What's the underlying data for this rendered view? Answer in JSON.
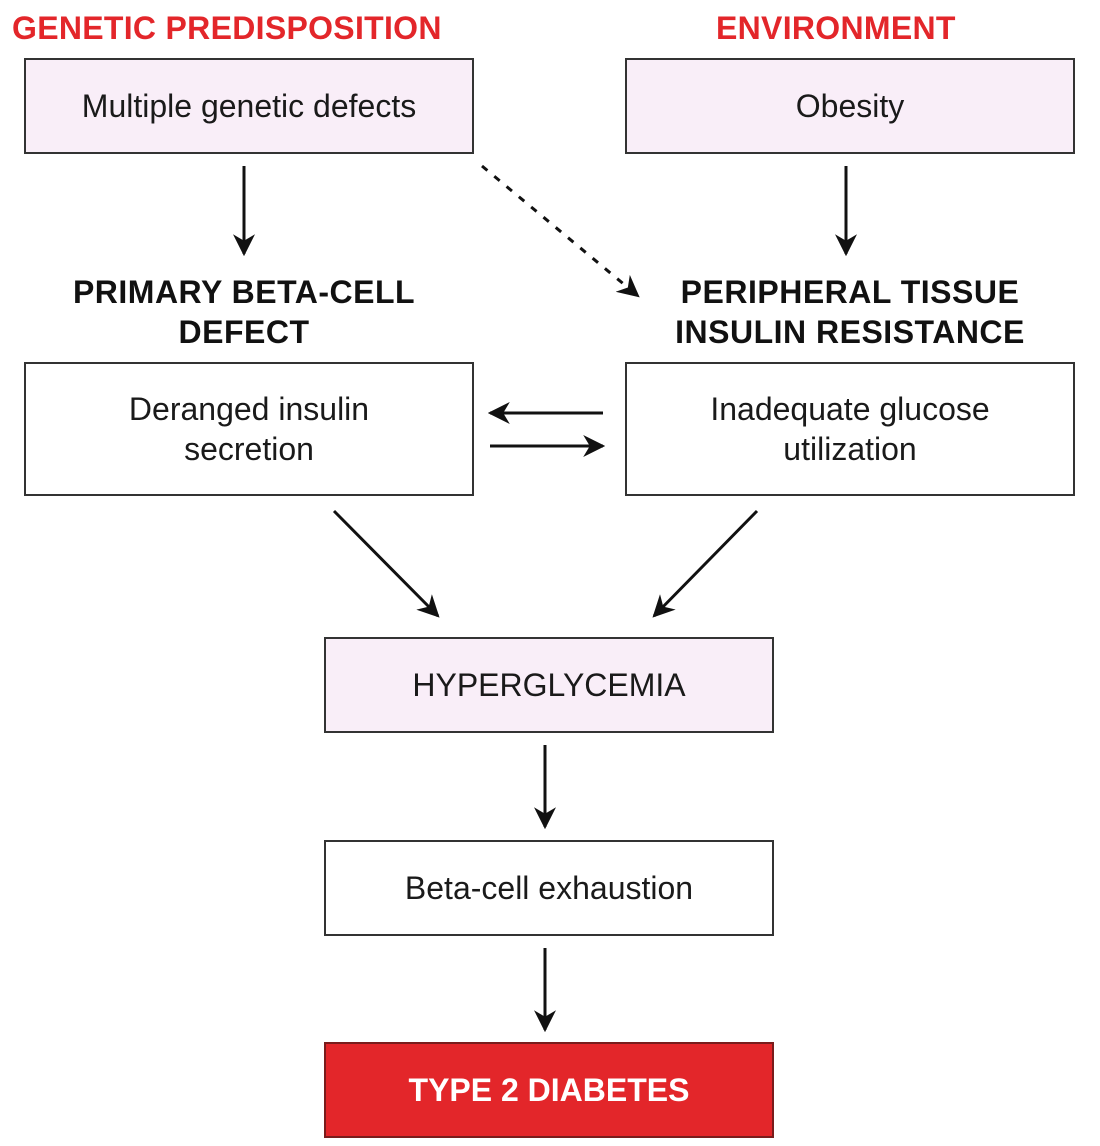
{
  "headings": {
    "left": "GENETIC PREDISPOSITION",
    "right": "ENVIRONMENT"
  },
  "nodes": {
    "genetic_defects": "Multiple genetic defects",
    "obesity": "Obesity",
    "beta_cell_defect_title_line1": "PRIMARY BETA-CELL",
    "beta_cell_defect_title_line2": "DEFECT",
    "insulin_resistance_title_line1": "PERIPHERAL TISSUE",
    "insulin_resistance_title_line2": "INSULIN RESISTANCE",
    "deranged_secretion_line1": "Deranged insulin",
    "deranged_secretion_line2": "secretion",
    "glucose_utilization_line1": "Inadequate glucose",
    "glucose_utilization_line2": "utilization",
    "hyperglycemia": "HYPERGLYCEMIA",
    "beta_cell_exhaustion": "Beta-cell exhaustion",
    "type2_diabetes": "TYPE 2 DIABETES"
  },
  "colors": {
    "heading_red": "#e3262a",
    "box_pink": "#f9eef8",
    "final_box": "#e3262a"
  }
}
